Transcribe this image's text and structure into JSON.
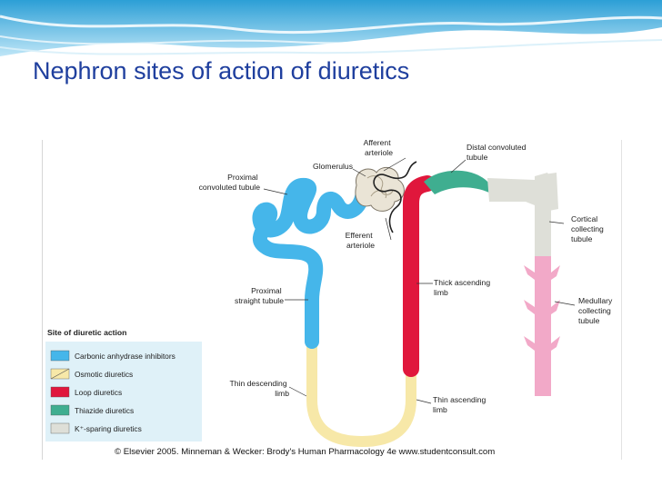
{
  "slide": {
    "title": "Nephron sites of action of diuretics"
  },
  "colors": {
    "title": "#1f3f9e",
    "carbonic_anhydrase": "#45b6ea",
    "osmotic": "#f7e8a8",
    "loop": "#e0173c",
    "thiazide": "#3fae90",
    "k_sparing": "#dedfd8",
    "medullary_collecting": "#f2a9c8",
    "legend_bg": "#dff1f8"
  },
  "labels": {
    "afferent_arteriole": [
      "Afferent",
      "arteriole"
    ],
    "glomerulus": "Glomerulus",
    "distal_convoluted_tubule": [
      "Distal convoluted",
      "tubule"
    ],
    "proximal_convoluted_tubule": [
      "Proximal",
      "convoluted tubule"
    ],
    "efferent_arteriole": [
      "Efferent",
      "arteriole"
    ],
    "cortical_collecting_tubule": [
      "Cortical",
      "collecting",
      "tubule"
    ],
    "thick_ascending_limb": [
      "Thick ascending",
      "limb"
    ],
    "proximal_straight_tubule": [
      "Proximal",
      "straight tubule"
    ],
    "medullary_collecting_tubule": [
      "Medullary",
      "collecting",
      "tubule"
    ],
    "thin_descending_limb": [
      "Thin descending",
      "limb"
    ],
    "thin_ascending_limb": [
      "Thin ascending",
      "limb"
    ]
  },
  "legend": {
    "title": "Site of diuretic action",
    "items": [
      {
        "label": "Carbonic anhydrase inhibitors",
        "swatch": "carbonic_anhydrase"
      },
      {
        "label": "Osmotic diuretics",
        "swatch": "osmotic"
      },
      {
        "label": "Loop diuretics",
        "swatch": "loop"
      },
      {
        "label": "Thiazide diuretics",
        "swatch": "thiazide"
      },
      {
        "label": "K⁺-sparing diuretics",
        "swatch": "k_sparing"
      }
    ]
  },
  "credit": "© Elsevier 2005. Minneman & Wecker: Brody's Human Pharmacology 4e www.studentconsult.com"
}
